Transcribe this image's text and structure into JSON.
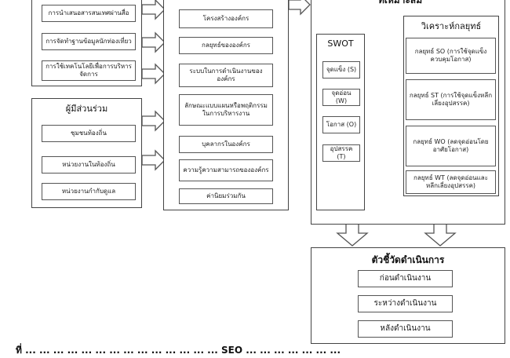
{
  "left_panel": {
    "top_items": [
      "การนำเสนอสารสนเทศผ่านสื่อ",
      "การจัดทำฐานข้อมูลนักท่องเที่ยว",
      "การใช้เทคโนโลยีเพื่อการบริหารจัดการ"
    ],
    "participants": {
      "title": "ผู้มีส่วนร่วม",
      "items": [
        "ชุมชนท้องถิ่น",
        "หน่วยงานในท้องถิ่น",
        "หน่วยงานกำกับดูแล"
      ]
    }
  },
  "middle_panel": {
    "items": [
      "โครงสร้างองค์กร",
      "กลยุทธ์ขององค์กร",
      "ระบบในการดำเนินงานขององค์กร",
      "ลักษณะแบบแผนหรือพฤติกรรมในการบริหารงาน",
      "บุคลากรในองค์กร",
      "ความรู้ความสามารถขององค์กร",
      "ค่านิยมร่วมกัน"
    ]
  },
  "right_panel": {
    "title_fragment": "ที่เหมาะสม",
    "swot": {
      "title": "SWOT",
      "items": [
        "จุดแข็ง (S)",
        "จุดอ่อน (W)",
        "โอกาส (O)",
        "อุปสรรค (T)"
      ]
    },
    "strategy": {
      "title": "วิเคราะห์กลยุทธ์",
      "items": [
        "กลยุทธ์ SO (การใช้จุดแข็งควบคุมโอกาส)",
        "กลยุทธ์ ST (การใช้จุดแข็งหลีกเลี่ยงอุปสรรค)",
        "กลยุทธ์ WO (ลดจุดอ่อนโดยอาศัยโอกาส)",
        "กลยุทธ์ WT (ลดจุดอ่อนและหลีกเลี่ยงอุปสรรค)"
      ]
    }
  },
  "kpi_panel": {
    "title": "ตัวชี้วัดดำเนินการ",
    "items": [
      "ก่อนดำเนินงาน",
      "ระหว่างดำเนินงาน",
      "หลังดำเนินงาน"
    ]
  },
  "caption": "ที่ ... ... ... ... ... ... ... ... ... ... ... ... ... ... SEO ... ... ... ... ... ... ..."
}
